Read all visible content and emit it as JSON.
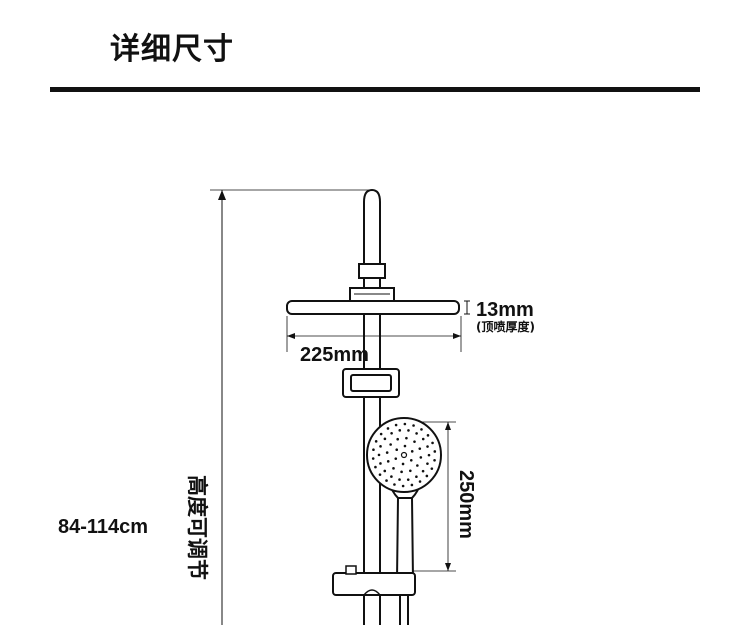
{
  "header": {
    "title": "详细尺寸"
  },
  "dimensions": {
    "head_thickness": "13mm",
    "head_thickness_note": "(顶喷厚度)",
    "head_diameter": "225mm",
    "handheld_length": "250mm",
    "height_range": "84-114cm",
    "height_note": "高度可调节"
  },
  "colors": {
    "line": "#111111",
    "fixture_fill": "#ffffff"
  }
}
